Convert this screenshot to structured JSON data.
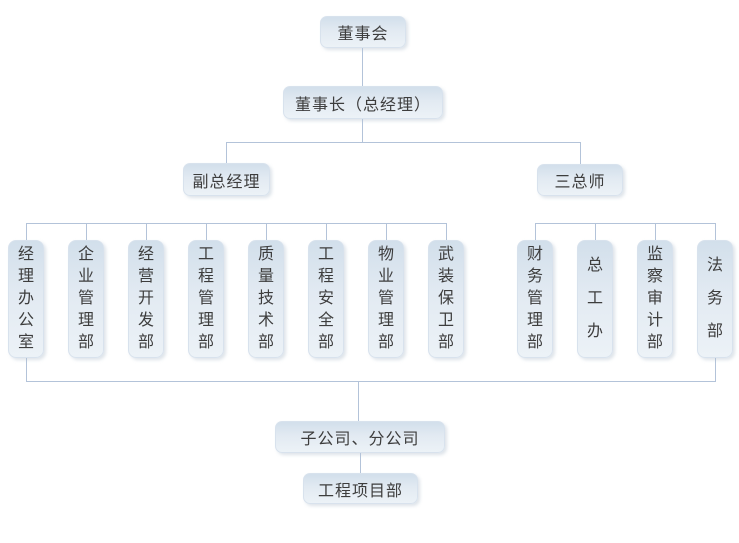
{
  "colors": {
    "background": "#ffffff",
    "box_gradient_top": "#d2dfeb",
    "box_gradient_bottom": "#ecf2f7",
    "box_border": "#d8e2ed",
    "connector": "#b3c3d9",
    "text": "#3d3d3d"
  },
  "nodes": {
    "board": "董事会",
    "chairman": "董事长（总经理）",
    "deputy_gm": "副总经理",
    "three_chiefs": "三总师",
    "subsidiaries": "子公司、分公司",
    "project_dept": "工程项目部"
  },
  "left_departments": [
    "经理办公室",
    "企业管理部",
    "经营开发部",
    "工程管理部",
    "质量技术部",
    "工程安全部",
    "物业管理部",
    "武装保卫部"
  ],
  "right_departments": [
    "财务管理部",
    "总工办",
    "监察审计部",
    "法务部"
  ],
  "chart_data": {
    "type": "table",
    "title": "",
    "hierarchy": {
      "董事会": {
        "董事长（总经理）": {
          "副总经理": [
            "经理办公室",
            "企业管理部",
            "经营开发部",
            "工程管理部",
            "质量技术部",
            "工程安全部",
            "物业管理部",
            "武装保卫部"
          ],
          "三总师": [
            "财务管理部",
            "总工办",
            "监察审计部",
            "法务部"
          ],
          "下属": {
            "子公司、分公司": [
              "工程项目部"
            ]
          }
        }
      }
    }
  }
}
